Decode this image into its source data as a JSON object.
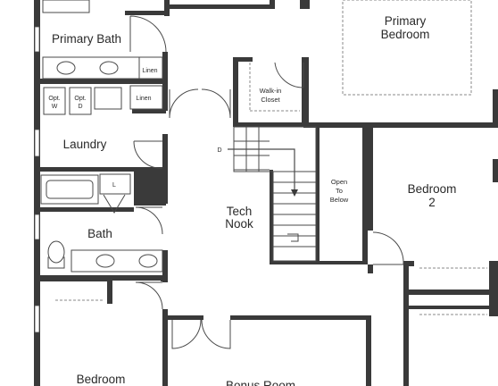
{
  "floor_plan": {
    "rooms": {
      "primary_bedroom": [
        "Primary",
        "Bedroom"
      ],
      "primary_bath": "Primary Bath",
      "laundry": "Laundry",
      "bath": "Bath",
      "tech_nook": [
        "Tech",
        "Nook"
      ],
      "bedroom_2": [
        "Bedroom",
        "2"
      ],
      "bedroom_bottom": "Bedroom",
      "bonus_room": "Bonus Room",
      "walk_in_closet": [
        "Walk-in",
        "Closet"
      ],
      "open_to_below": [
        "Open",
        "To",
        "Below"
      ]
    },
    "fixtures": {
      "linen_primary_bath": "Linen",
      "linen_laundry": "Linen",
      "opt_w": [
        "Opt.",
        "W"
      ],
      "opt_d": [
        "Opt.",
        "D"
      ],
      "linen_closet_l": "L",
      "stair_down": "D"
    },
    "colors": {
      "wall": "#3a3a3a",
      "background": "#ffffff",
      "text": "#2a2a2a"
    }
  }
}
